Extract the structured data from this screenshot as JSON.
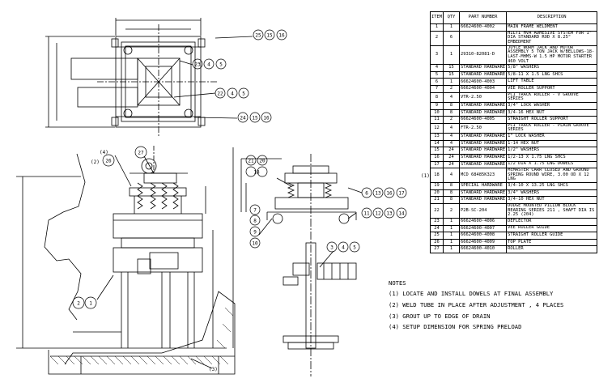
{
  "bom": {
    "headers": [
      "ITEM",
      "QTY",
      "PART NUMBER",
      "DESCRIPTION"
    ],
    "rows": [
      [
        "1",
        "1",
        "66624600-4002",
        "MAIN FRAME WELDMENT"
      ],
      [
        "2",
        "6",
        "",
        "HILTI HVA ADHESIVE SYSTEM FOR 1\" DIA STANDARD ROD X 8.25\" EMBEDMENT"
      ],
      [
        "3",
        "1",
        "29310-82081-D",
        "JOYCE WORM JACK AND MOTOR ASSEMBLY 5 TON JACK W/BELLOWS-18-LAST-MHMS-W 1.5 HP MOTOR STARTER 460 VOLT"
      ],
      [
        "4",
        "15",
        "STANDARD HARDWARE",
        "5/8\" WASHERS"
      ],
      [
        "5",
        "15",
        "STANDARD HARDWARE",
        "5/8-11 X 1.5 LNG SHCS"
      ],
      [
        "6",
        "1",
        "66624600-4003",
        "LIFT TABLE"
      ],
      [
        "7",
        "2",
        "66624600-4004",
        "VEE ROLLER SUPPORT"
      ],
      [
        "8",
        "4",
        "VTR-2.50",
        "PCI TRACK ROLLER - V GROOVE SERIES"
      ],
      [
        "9",
        "8",
        "STANDARD HARDWARE",
        "3/4\" LOCK WASHER"
      ],
      [
        "10",
        "8",
        "STANDARD HARDWARE",
        "3/4-16 HEX NUT"
      ],
      [
        "11",
        "2",
        "66624600-4005",
        "STRAIGHT ROLLER SUPPORT"
      ],
      [
        "12",
        "4",
        "FTR-2.50",
        "PCI TRACK ROLLER - PLAIN GROOVE SERIES"
      ],
      [
        "13",
        "4",
        "STANDARD HARDWARE",
        "1\" LOCK WASHER"
      ],
      [
        "14",
        "4",
        "STANDARD HARDWARE",
        "1-14 HEX NUT"
      ],
      [
        "15",
        "24",
        "STANDARD HARDWARE",
        "1/2\" WASHERS"
      ],
      [
        "16",
        "24",
        "STANDARD HARDWARE",
        "1/2-13 X 1.75 LNG SHCS"
      ],
      [
        "17",
        "24",
        "STANDARD HARDWARE",
        "1/2 DIA X 1.75 LNG DOWELS"
      ],
      [
        "18",
        "4",
        "MCD 68485K323",
        "McMASTER CARR CLOSED AND GROUND SPRING ROUND WIRE, 3.00 OD X 12 LNG"
      ],
      [
        "19",
        "8",
        "SPECIAL HARDWARE",
        "3/4-10 X 13.25 LNG SHCS"
      ],
      [
        "20",
        "8",
        "STANDARD HARDWARE",
        "3/4\" WASHERS"
      ],
      [
        "21",
        "8",
        "STANDARD HARDWARE",
        "3/4-10 HEX NUT"
      ],
      [
        "22",
        "2",
        "P2B-SC-204",
        "DODGE MOUNTED PILLOW BLOCK BEARING SERIES 211 , SHAFT DIA IS 2.25 (204)"
      ],
      [
        "23",
        "1",
        "66624600-4006",
        "DEFLECTOR"
      ],
      [
        "24",
        "1",
        "66624600-4007",
        "VEE ROLLER GUIDE"
      ],
      [
        "25",
        "1",
        "66624600-4008",
        "STRAIGHT ROLLER GUIDE"
      ],
      [
        "26",
        "1",
        "66624600-4009",
        "TOP PLATE"
      ],
      [
        "27",
        "1",
        "66624600-4010",
        "ROLLER"
      ]
    ],
    "side_note": "(1)"
  },
  "notes": {
    "title": "NOTES",
    "items": [
      "(1) LOCATE AND INSTALL DOWELS AT FINAL ASSEMBLY",
      "(2) WELD TUBE IN PLACE AFTER ADJUSTMENT , 4 PLACES",
      "(3) GROUT UP TO EDGE OF DRAIN",
      "(4) SETUP DIMENSION FOR SPRING PRELOAD"
    ]
  },
  "balloons": {
    "top_view": [
      [
        "25",
        "15",
        "16"
      ],
      [
        "23",
        "4",
        "5"
      ],
      [
        "22",
        "4",
        "5"
      ],
      [
        "24",
        "15",
        "16"
      ]
    ],
    "front_view": [
      "26",
      "27"
    ],
    "side_view": [
      [
        "21",
        "20",
        "18"
      ],
      [
        "6",
        "13",
        "16",
        "17"
      ],
      [
        "11",
        "12",
        "13",
        "14"
      ]
    ],
    "side_left": [
      "7",
      "8",
      "9",
      "10"
    ],
    "motor": [
      "3",
      "4",
      "5"
    ],
    "base": [
      "2",
      "1"
    ]
  },
  "note_marks": [
    "(4)",
    "(2)",
    "(3)"
  ]
}
